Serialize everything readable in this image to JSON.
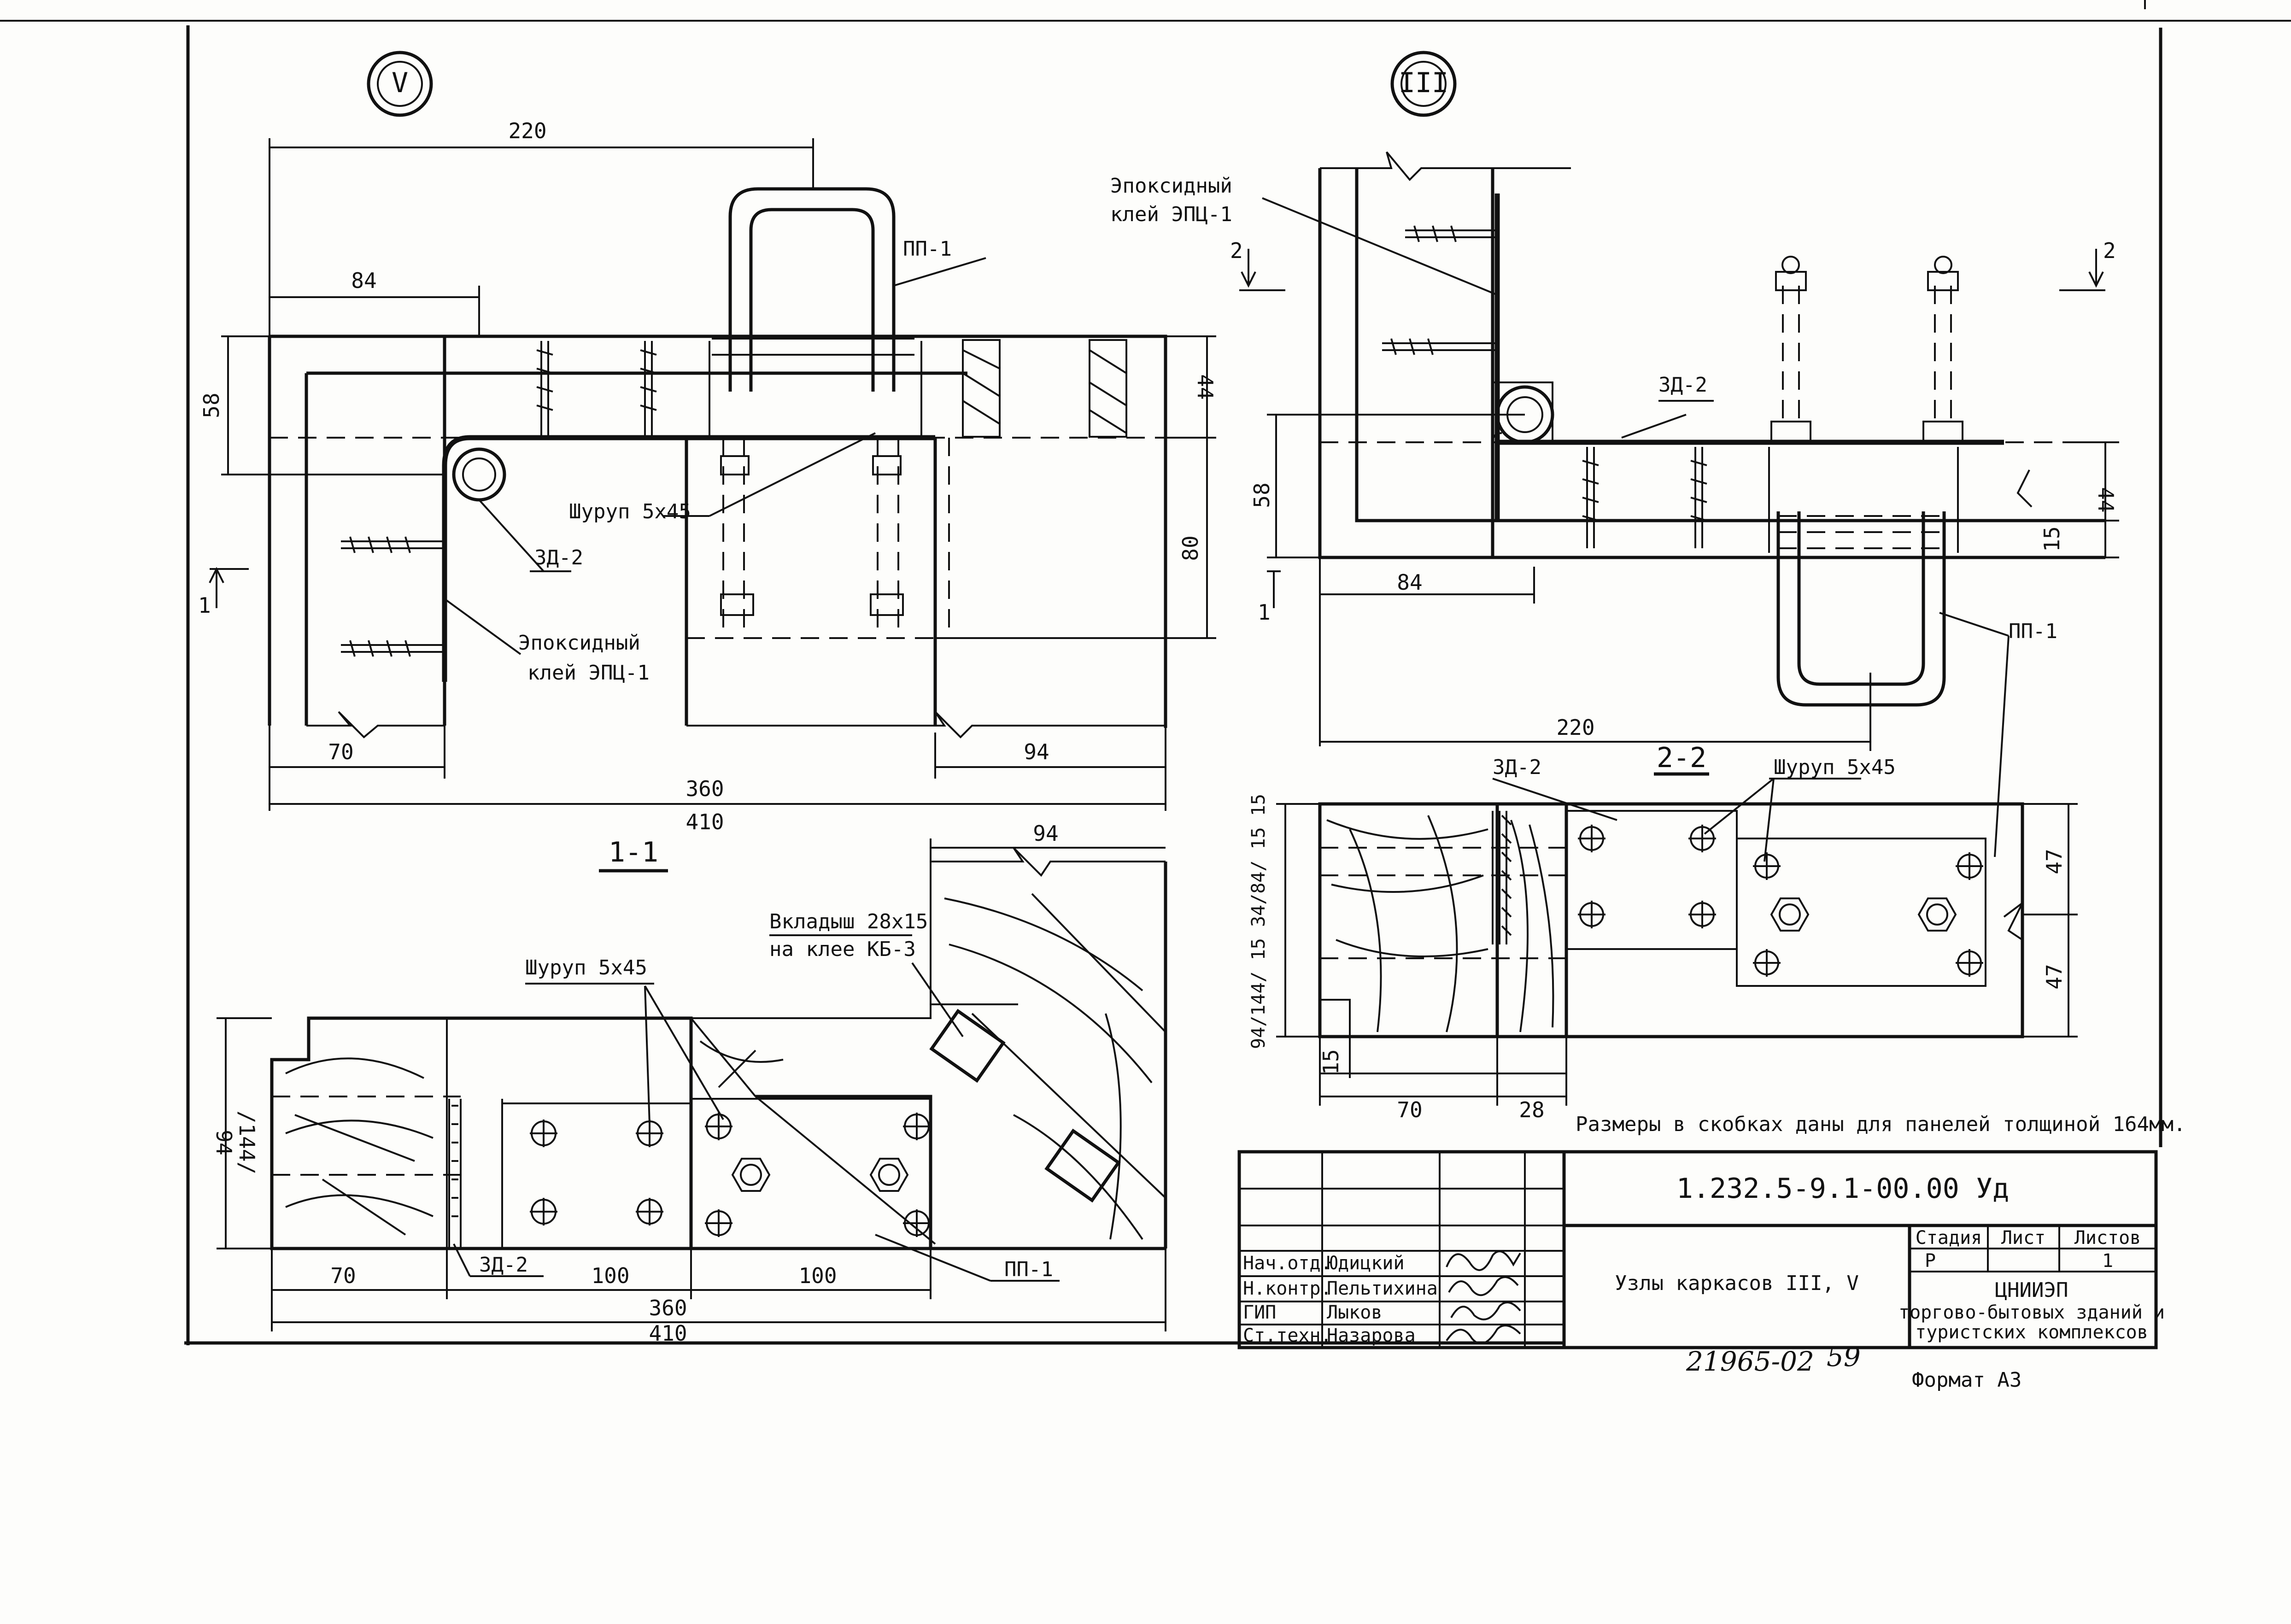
{
  "drawing": {
    "node_marks": {
      "node_v": "V",
      "node_iii": "III"
    },
    "view_v": {
      "dims": {
        "d220": "220",
        "d84": "84",
        "d58": "58",
        "d44": "44",
        "d80": "80",
        "d70": "70",
        "d94": "94",
        "d360": "360",
        "d410": "410"
      },
      "labels": {
        "pp1": "ПП-1",
        "screw": "Шуруп 5х45",
        "zd2": "ЗД-2",
        "epoxy1": "Эпоксидный",
        "epoxy2": "клей ЭПЦ-1"
      },
      "cut_mark": "1"
    },
    "view_iii": {
      "dims": {
        "d58": "58",
        "d84": "84",
        "d220": "220",
        "d44": "44",
        "d15": "15"
      },
      "labels": {
        "epoxy1": "Эпоксидный",
        "epoxy2": "клей ЭПЦ-1",
        "zd2": "ЗД-2",
        "pp1": "ПП-1"
      },
      "cut_marks": {
        "left": "2",
        "right": "2",
        "bottom": "1"
      }
    },
    "section_11": {
      "title": "1-1",
      "dims": {
        "d94top": "94",
        "d94side": "94",
        "d144side": "/144/",
        "d70": "70",
        "d100a": "100",
        "d100b": "100",
        "d360": "360",
        "d410": "410"
      },
      "labels": {
        "screw": "Шуруп 5х45",
        "insert1": "Вкладыш 28х15",
        "insert2": "на клее КБ-3",
        "zd2": "ЗД-2",
        "pp1": "ПП-1"
      }
    },
    "section_22": {
      "title": "2-2",
      "dims": {
        "side_stack": "94/144/ 15 34/84/ 15 15",
        "d47a": "47",
        "d47b": "47",
        "d15": "15",
        "d70": "70",
        "d28": "28"
      },
      "labels": {
        "zd2": "ЗД-2",
        "screw": "Шуруп 5х45",
        "pp1": "ПП-1"
      }
    },
    "note": "Размеры в скобках даны для панелей толщиной 164мм."
  },
  "title_block": {
    "doc_code": "1.232.5-9.1-00.00 Уд",
    "title": "Узлы каркасов III, V",
    "stage_header": "Стадия",
    "sheet_header": "Лист",
    "sheets_header": "Листов",
    "stage": "Р",
    "sheets": "1",
    "org_name": "ЦНИИЭП",
    "org_line2": "торгово-бытовых зданий и",
    "org_line3": "туристских комплексов",
    "roles": [
      {
        "role": "Нач.отд.",
        "name": "Юдицкий"
      },
      {
        "role": "Н.контр.",
        "name": "Пельтихина"
      },
      {
        "role": "ГИП",
        "name": "Лыков"
      },
      {
        "role": "Ст.техн.",
        "name": "Назарова"
      }
    ]
  },
  "footer": {
    "inv_number": "21965-02",
    "page_number": "59",
    "format": "Формат А3"
  }
}
